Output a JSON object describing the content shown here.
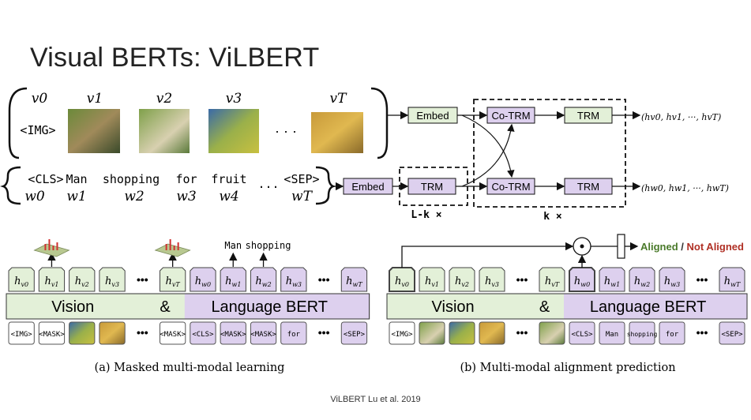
{
  "slide": {
    "title": "Visual BERTs: ViLBERT",
    "caption": "ViLBERT Lu et al. 2019"
  },
  "top_diagram": {
    "visual_labels": [
      "v0",
      "v1",
      "v2",
      "v3",
      "vT"
    ],
    "img_token": "<IMG>",
    "ellipsis": "· · ·",
    "text_tokens": [
      "<CLS>",
      "Man",
      "shopping",
      "for",
      "fruit",
      "...",
      "<SEP>"
    ],
    "text_labels": [
      "w0",
      "w1",
      "w2",
      "w3",
      "w4",
      "wT"
    ],
    "embed_label": "Embed",
    "trm_label": "TRM",
    "cotrm_label": "Co-TRM",
    "lk_label": "L-k ×",
    "k_label": "k ×",
    "visual_output": "(hv0, hv1, ···, hvT)",
    "text_output": "(hw0, hw1, ···, hwT)"
  },
  "panel_a": {
    "vision_label": "Vision",
    "amp": "&",
    "language_label": "Language BERT",
    "h_tokens": [
      "hv0",
      "hv1",
      "hv2",
      "hv3",
      "…",
      "hvT",
      "hw0",
      "hw1",
      "hw2",
      "hw3",
      "…",
      "hwT"
    ],
    "input_tokens": [
      "<IMG>",
      "<MASK>",
      "",
      "",
      "…",
      "<MASK>",
      "<CLS>",
      "<MASK>",
      "<MASK>",
      "for",
      "…",
      "<SEP>"
    ],
    "predicted_words": [
      "Man",
      "shopping"
    ],
    "caption": "(a) Masked multi-modal learning"
  },
  "panel_b": {
    "vision_label": "Vision",
    "amp": "&",
    "language_label": "Language BERT",
    "h_tokens": [
      "hv0",
      "hv1",
      "hv2",
      "hv3",
      "…",
      "hvT",
      "hw0",
      "hw1",
      "hw2",
      "hw3",
      "…",
      "hwT"
    ],
    "input_tokens": [
      "<IMG>",
      "",
      "",
      "",
      "…",
      "",
      "<CLS>",
      "Man",
      "shopping",
      "for",
      "…",
      "<SEP>"
    ],
    "dot_symbol": "⊙",
    "aligned_label": "Aligned",
    "slash": " / ",
    "not_aligned_label": "Not Aligned",
    "caption": "(b) Multi-modal alignment prediction"
  },
  "colors": {
    "green_fill": "#e3f0d8",
    "purple_fill": "#ddd0ee",
    "aligned_green": "#4a7a2a",
    "not_aligned_red": "#b03025"
  }
}
